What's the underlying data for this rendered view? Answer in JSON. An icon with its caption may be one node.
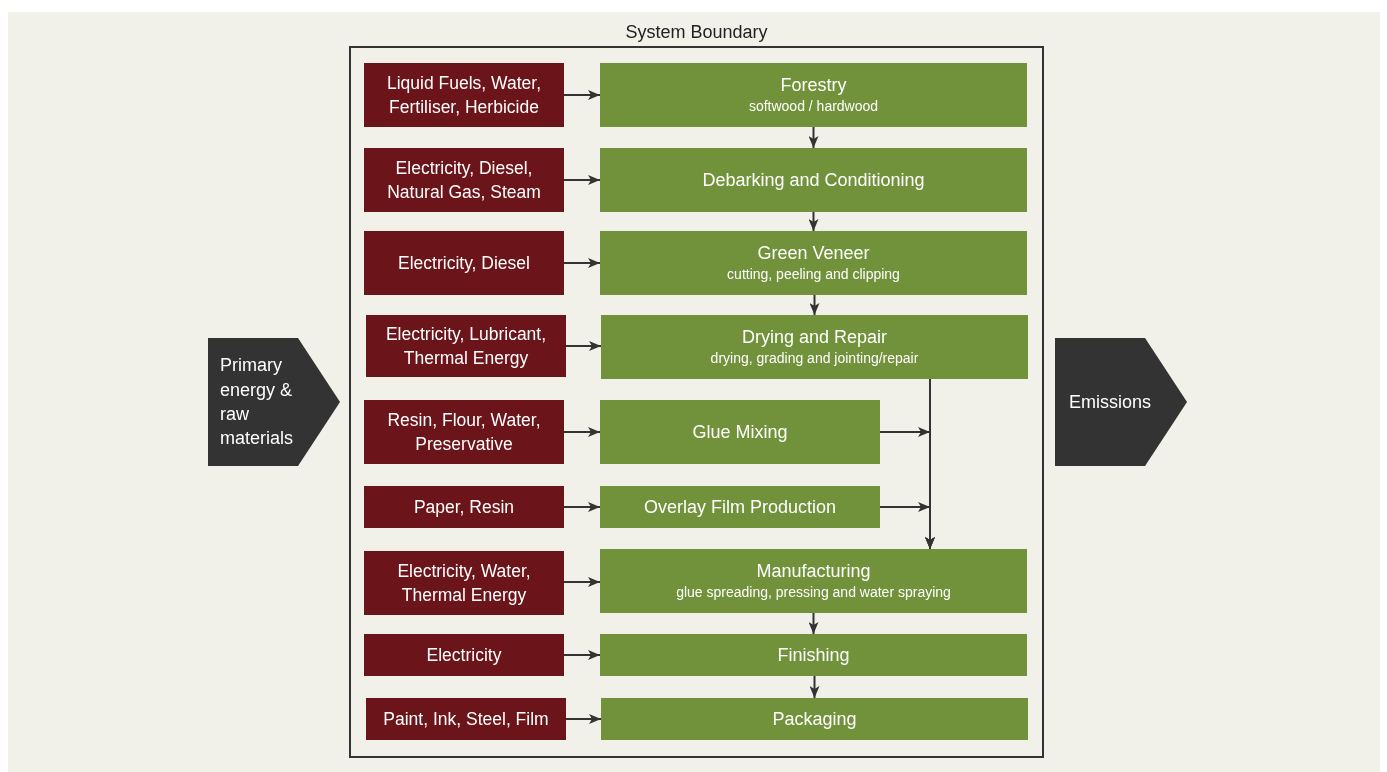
{
  "diagram": {
    "nodes": [
      {
        "text": [
          "Primary energy & raw materials"
        ]
      },
      {
        "text": [
          "System Boundary"
        ]
      },
      {
        "text": [
          "Liquid Fuels, Water, Fertiliser, Herbicide"
        ],
        "in": 1
      },
      {
        "text": [
          "Forestry",
          "softwood / hardwood"
        ],
        "in": 1
      },
      {
        "text": [
          "Electricity, Diesel, Natural Gas, Steam"
        ],
        "in": 1
      },
      {
        "text": [
          "Debarking and Conditioning"
        ],
        "in": 1
      },
      {
        "text": [
          "Electricity, Diesel"
        ],
        "in": 1
      },
      {
        "text": [
          "Green Veneer",
          "cutting, peeling and clipping"
        ],
        "in": 1
      },
      {
        "text": [
          "Electricity, Lubricant, Thermal Energy"
        ],
        "in": 1
      },
      {
        "text": [
          "Drying and Repair",
          "drying, grading and jointing/repair"
        ],
        "in": 1
      },
      {
        "text": [
          "Resin, Flour, Water, Preservative"
        ],
        "in": 1
      },
      {
        "text": [
          "Glue Mixing"
        ],
        "in": 1
      },
      {
        "text": [
          "Paper, Resin"
        ],
        "in": 1
      },
      {
        "text": [
          "Overlay Film Production"
        ],
        "in": 1
      },
      {
        "text": [
          "Electricity, Water, Thermal Energy"
        ],
        "in": 1
      },
      {
        "text": [
          "Manufacturing",
          "glue spreading, pressing and water spraying"
        ],
        "in": 1
      },
      {
        "text": [
          "Electricity"
        ],
        "in": 1
      },
      {
        "text": [
          "Finishing"
        ],
        "in": 1
      },
      {
        "text": [
          "Paint, Ink, Steel, Film"
        ],
        "in": 1
      },
      {
        "text": [
          "Packaging"
        ],
        "in": 1
      },
      {
        "text": [
          "Emissions"
        ]
      }
    ],
    "edges": [
      {
        "from": 2,
        "to": 3,
        "arrow": "to"
      },
      {
        "from": 4,
        "to": 5,
        "arrow": "to"
      },
      {
        "from": 6,
        "to": 7,
        "arrow": "to"
      },
      {
        "from": 8,
        "to": 9,
        "arrow": "to"
      },
      {
        "from": 10,
        "to": 11,
        "arrow": "to"
      },
      {
        "from": 12,
        "to": 13,
        "arrow": "to"
      },
      {
        "from": 14,
        "to": 15,
        "arrow": "to"
      },
      {
        "from": 16,
        "to": 17,
        "arrow": "to"
      },
      {
        "from": 18,
        "to": 19,
        "arrow": "to"
      },
      {
        "from": 3,
        "to": 5,
        "arrow": "to"
      },
      {
        "from": 5,
        "to": 7,
        "arrow": "to"
      },
      {
        "from": 7,
        "to": 9,
        "arrow": "to"
      },
      {
        "from": 9,
        "to": 15,
        "arrow": "to"
      },
      {
        "from": 11,
        "to": 15,
        "arrow": "to"
      },
      {
        "from": 13,
        "to": 15,
        "arrow": "to"
      },
      {
        "from": 15,
        "to": 17,
        "arrow": "to"
      },
      {
        "from": 17,
        "to": 19,
        "arrow": "to"
      }
    ]
  }
}
